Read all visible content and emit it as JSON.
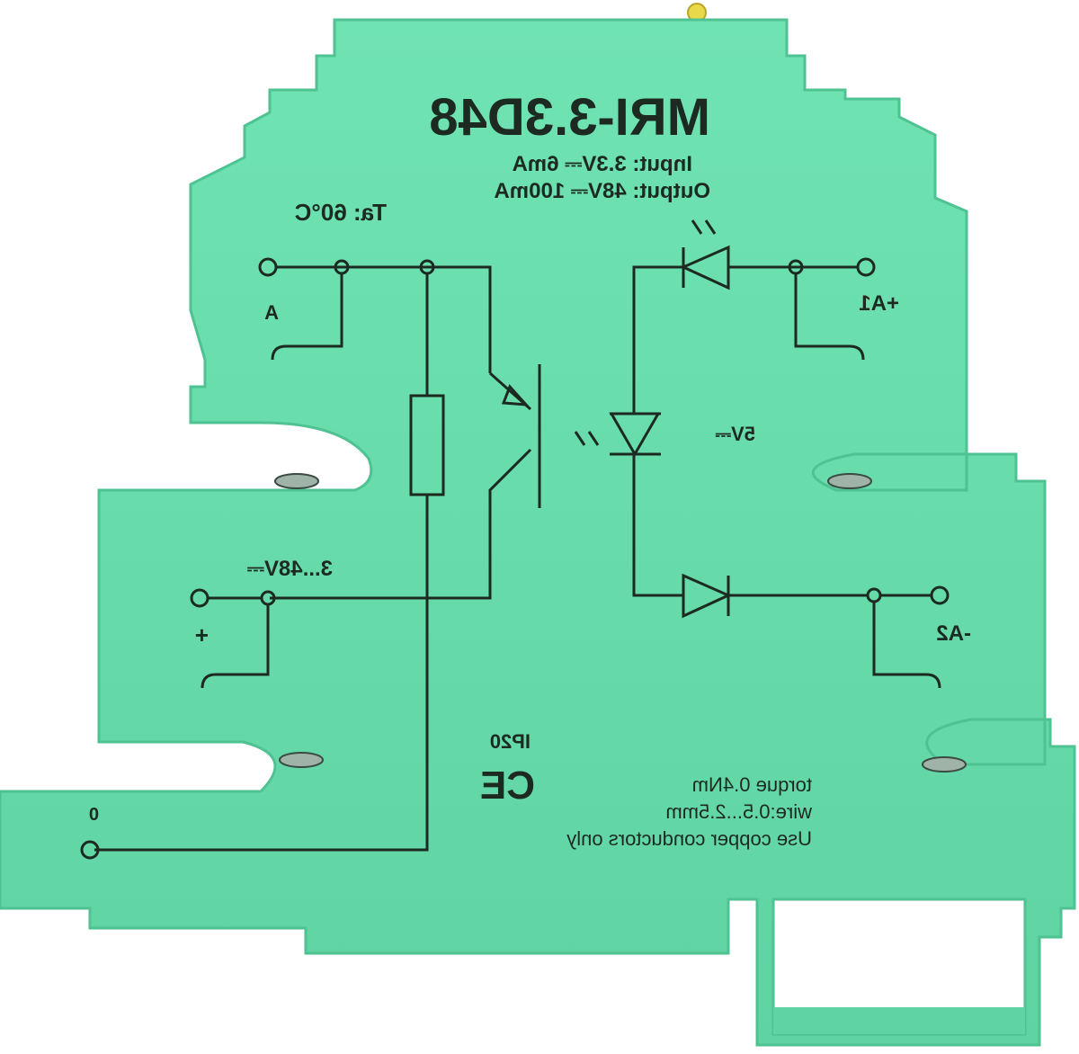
{
  "product": {
    "model": "MRI-3.3D48",
    "input_spec": "Input: 3.3V⎓ 6mA",
    "output_spec": "Output: 48V⎓ 100mA",
    "ambient_temp": "Ta: 60°C",
    "led_voltage": "5V⎓",
    "input_voltage_range": "3...48V⎓",
    "protection_rating": "IP20",
    "certification_mark": "CE",
    "torque_note": "torque 0.4Nm",
    "wire_note": "wire:0.5...2.5mm",
    "conductor_note": "Use copper conductors only",
    "colors": {
      "housing": "#66ddaa",
      "housing_shadow": "#4fc292",
      "print": "#1c2a22",
      "led": "#e8d84a"
    }
  },
  "terminals": {
    "a_label": "A",
    "a1_label": "+A1",
    "a2_label": "-A2",
    "plus_label": "+",
    "zero_label": "0"
  }
}
